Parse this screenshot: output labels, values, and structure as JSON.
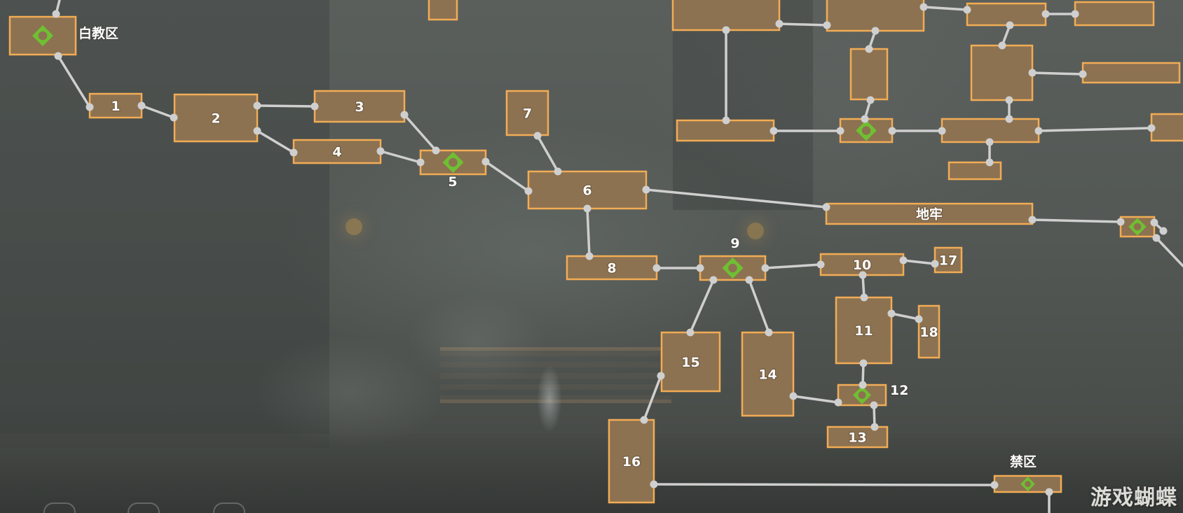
{
  "map": {
    "rooms": [
      {
        "id": "white-church",
        "label": "白教区",
        "save": true
      },
      {
        "id": "r1",
        "label": "1"
      },
      {
        "id": "r2",
        "label": "2"
      },
      {
        "id": "r3",
        "label": "3"
      },
      {
        "id": "r4",
        "label": "4"
      },
      {
        "id": "r5",
        "label": "5",
        "save": true
      },
      {
        "id": "r6",
        "label": "6"
      },
      {
        "id": "r7",
        "label": "7"
      },
      {
        "id": "r8",
        "label": "8"
      },
      {
        "id": "r9",
        "label": "9",
        "save": true
      },
      {
        "id": "r10",
        "label": "10"
      },
      {
        "id": "r11",
        "label": "11"
      },
      {
        "id": "r12",
        "label": "12",
        "save": true
      },
      {
        "id": "r13",
        "label": "13"
      },
      {
        "id": "r14",
        "label": "14"
      },
      {
        "id": "r15",
        "label": "15"
      },
      {
        "id": "r16",
        "label": "16"
      },
      {
        "id": "r17",
        "label": "17"
      },
      {
        "id": "r18",
        "label": "18"
      },
      {
        "id": "dungeon",
        "label": "地牢"
      },
      {
        "id": "forbidden",
        "label": "禁区",
        "save": true
      },
      {
        "id": "top-right-hub",
        "label": "",
        "save": true
      },
      {
        "id": "far-right",
        "label": "",
        "save": true
      }
    ],
    "marker_color": "#6fbf33",
    "room_fill": "#8c7251",
    "room_border": "#f2ac55",
    "link_color": "#cfcfcf"
  },
  "watermark": "游戏蝴蝶"
}
